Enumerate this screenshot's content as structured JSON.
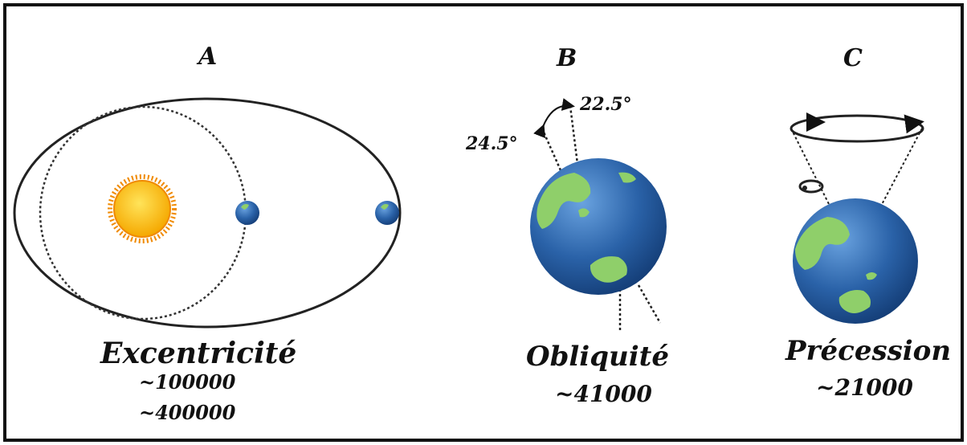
{
  "panels": {
    "a": {
      "letter": "A",
      "title": "Excentricité",
      "periods": [
        "~100000",
        "~400000"
      ]
    },
    "b": {
      "letter": "B",
      "title": "Obliquité",
      "period": "~41000",
      "angle_max": "24.5°",
      "angle_min": "22.5°"
    },
    "c": {
      "letter": "C",
      "title": "Précession",
      "period": "~21000"
    }
  },
  "colors": {
    "ocean": "#2a62a8",
    "land": "#8fcf6a",
    "sun": "#f7b500",
    "sun_rays": "#f08a00",
    "frame": "#111111"
  }
}
